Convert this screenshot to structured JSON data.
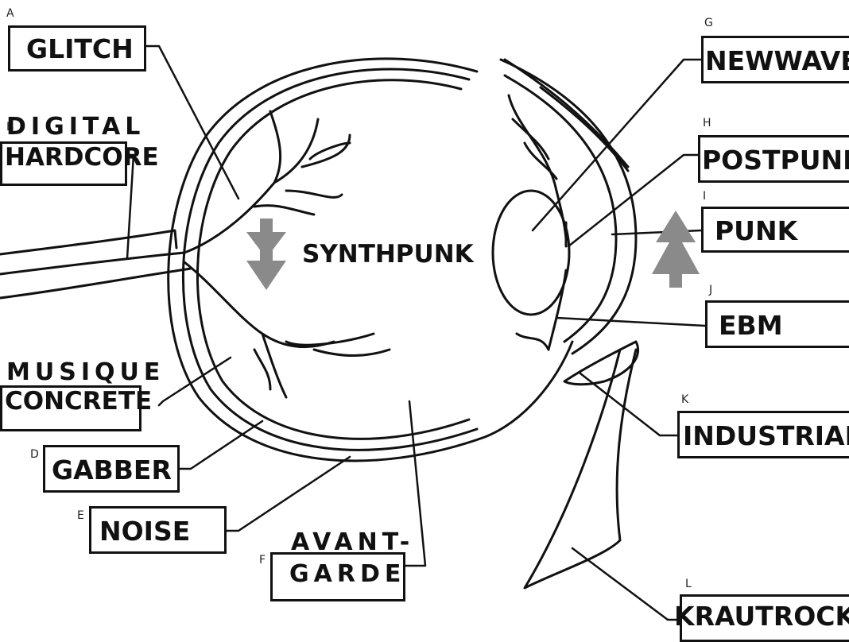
{
  "labels": {
    "A": {
      "letter": "A",
      "text": "GLITCH"
    },
    "B": {
      "letter": "B",
      "line1": "DIGITAL",
      "line2": "HARDCORE"
    },
    "C": {
      "line1": "MUSIQUE",
      "line2": "CONCRETE"
    },
    "D": {
      "letter": "D",
      "text": "GABBER"
    },
    "E": {
      "letter": "E",
      "text": "NOISE"
    },
    "F": {
      "letter": "F",
      "line1": "AVANT-",
      "line2": "GARDE"
    },
    "G": {
      "letter": "G",
      "text": "NEWWAVE"
    },
    "H": {
      "letter": "H",
      "text": "POSTPUNK"
    },
    "I": {
      "letter": "I",
      "text": "PUNK"
    },
    "J": {
      "letter": "J",
      "text": "EBM"
    },
    "K": {
      "letter": "K",
      "text": "INDUSTRIAL"
    },
    "L": {
      "letter": "L",
      "text": "KRAUTROCK"
    }
  },
  "center_label": "SYNTHPUNK",
  "colors": {
    "line": "#111111",
    "arrow": "#8a8a8a",
    "background": "#ffffff"
  },
  "icons": {
    "down_arrow": "down-arrow-icon",
    "tree_arrow": "up-tree-arrow-icon"
  }
}
